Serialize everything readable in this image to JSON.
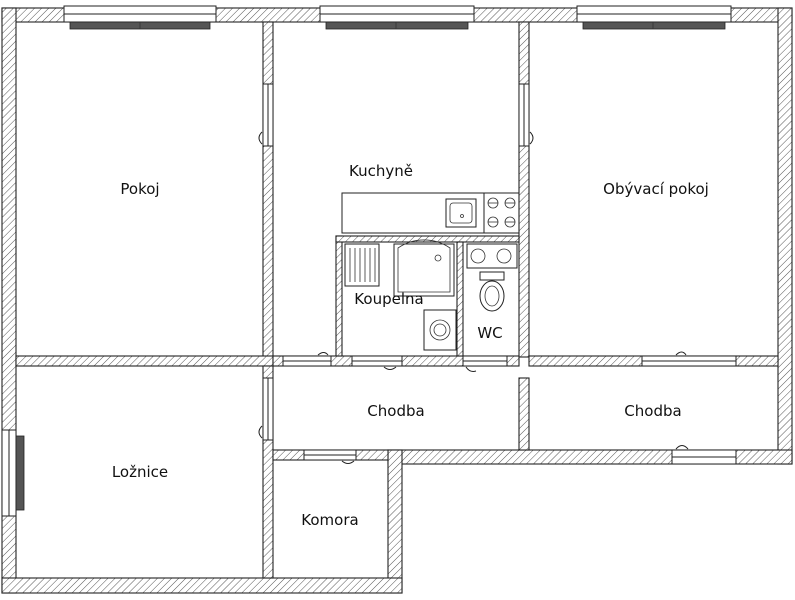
{
  "rooms": {
    "pokoj": "Pokoj",
    "kuchyne": "Kuchyně",
    "obyvaci": "Obývací pokoj",
    "koupelna": "Koupelna",
    "wc": "WC",
    "loznice": "Ložnice",
    "chodba_left": "Chodba",
    "chodba_right": "Chodba",
    "komora": "Komora"
  }
}
